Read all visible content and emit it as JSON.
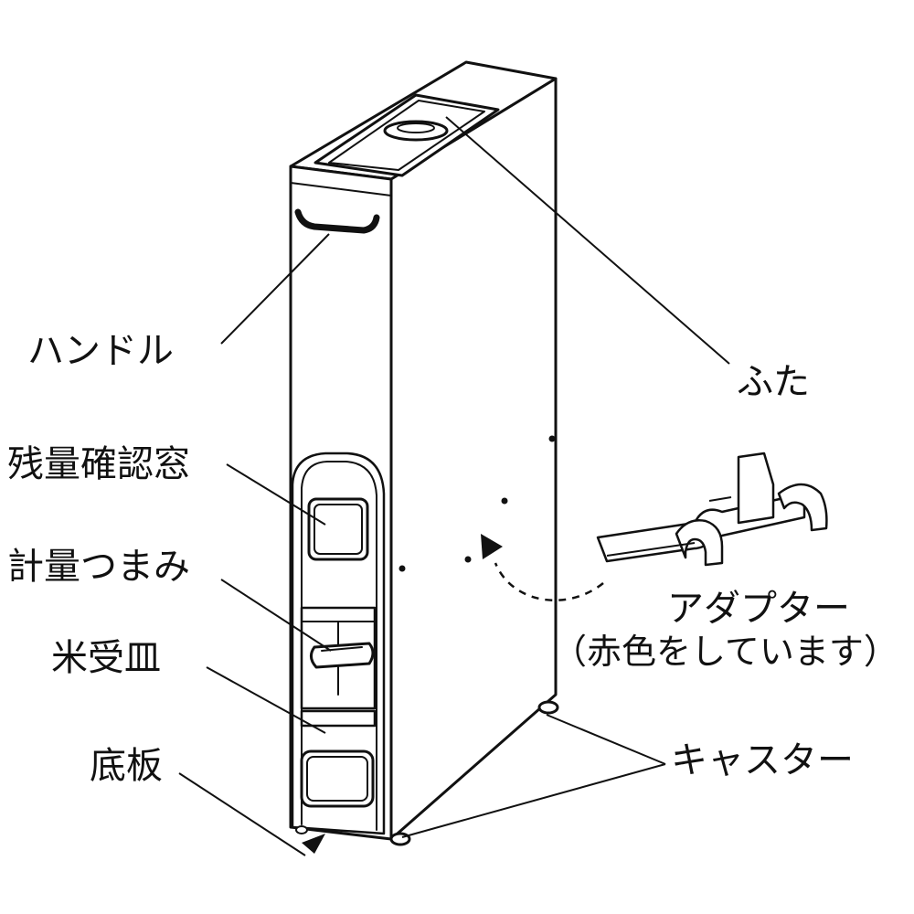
{
  "labels": {
    "handle": "ハンドル",
    "lid": "ふた",
    "window": "残量確認窓",
    "knob": "計量つまみ",
    "tray": "米受皿",
    "base": "底板",
    "adapter": "アダプター",
    "adapter_note": "（赤色をしています）",
    "caster": "キャスター"
  },
  "colors": {
    "line": "#111111",
    "fill": "#ffffff",
    "adapter_note_color": "red"
  }
}
